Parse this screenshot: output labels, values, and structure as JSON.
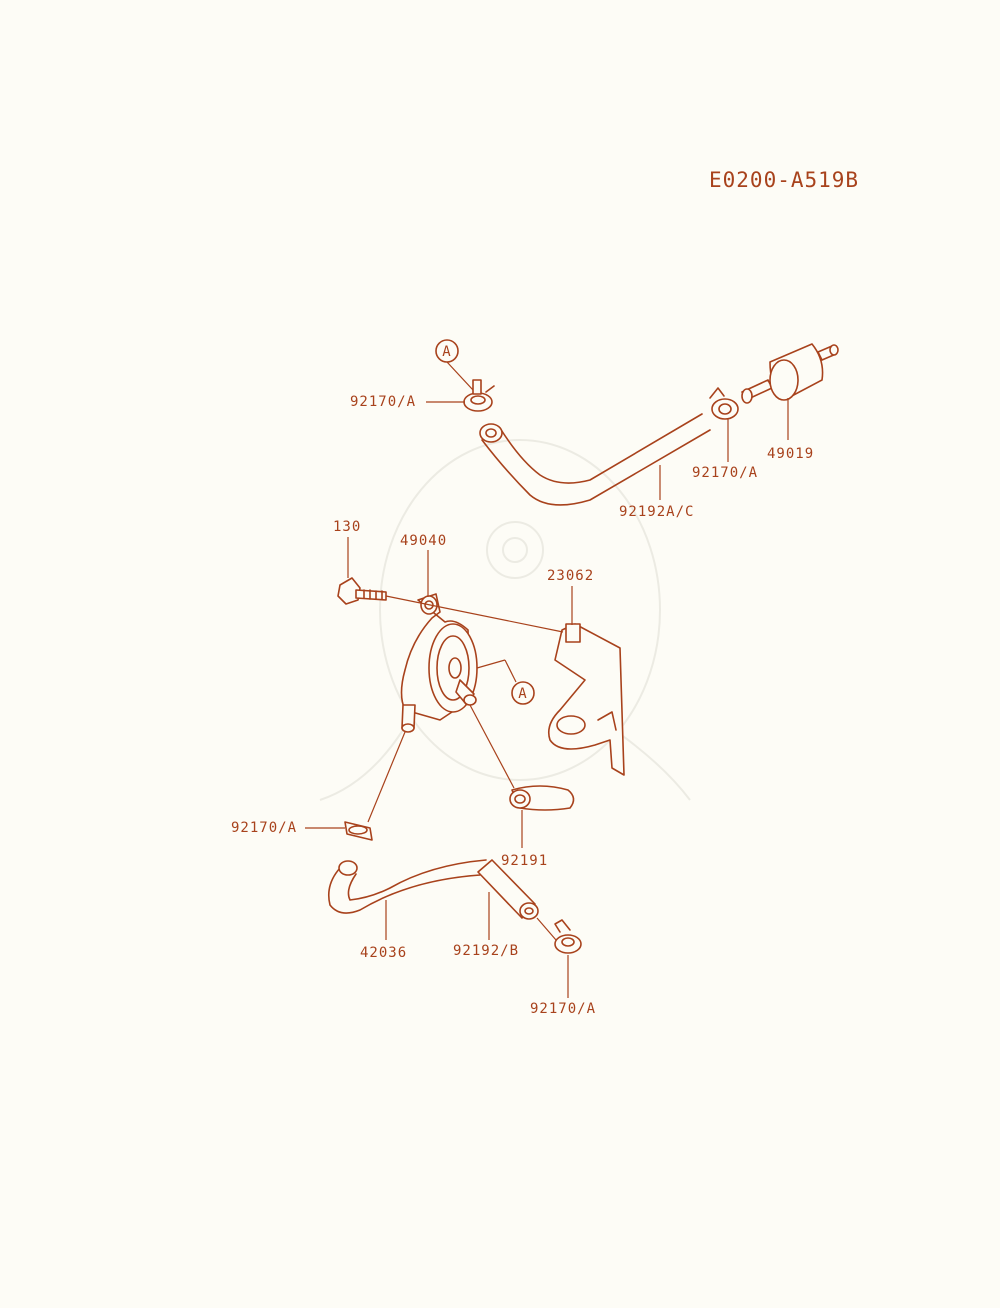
{
  "diagram": {
    "code": "E0200-A519B",
    "accent_color": "#a8421c",
    "callouts": [
      {
        "id": "c1",
        "text": "A"
      },
      {
        "id": "c2",
        "text": "A"
      }
    ],
    "parts": [
      {
        "id": "p1",
        "text": "92170/A"
      },
      {
        "id": "p2",
        "text": "92170/A"
      },
      {
        "id": "p3",
        "text": "49019"
      },
      {
        "id": "p4",
        "text": "92192A/C"
      },
      {
        "id": "p5",
        "text": "130"
      },
      {
        "id": "p6",
        "text": "49040"
      },
      {
        "id": "p7",
        "text": "23062"
      },
      {
        "id": "p8",
        "text": "92170/A"
      },
      {
        "id": "p9",
        "text": "92191"
      },
      {
        "id": "p10",
        "text": "42036"
      },
      {
        "id": "p11",
        "text": "92192/B"
      },
      {
        "id": "p12",
        "text": "92170/A"
      }
    ]
  }
}
